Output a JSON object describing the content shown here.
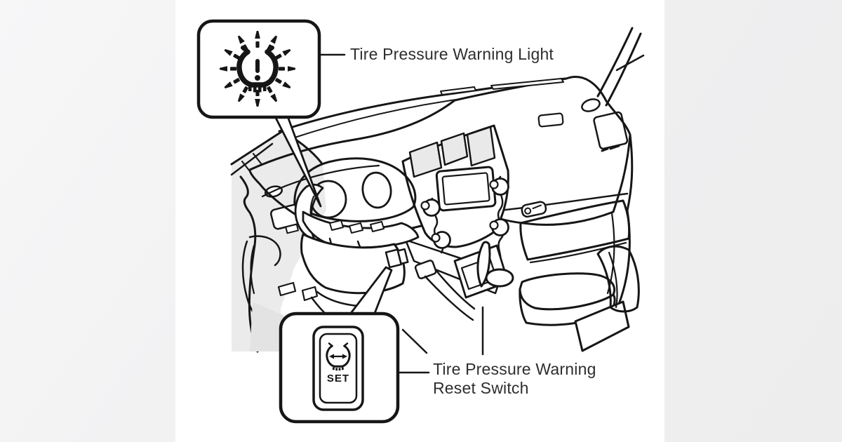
{
  "page": {
    "background_color": "#f1f1f2",
    "canvas_color": "#ffffff",
    "line_color": "#161616",
    "label_color": "#2e2e2e"
  },
  "diagram": {
    "subject": "vehicle-dashboard-interior-line-illustration",
    "callouts": {
      "warning_light": {
        "label": "Tire Pressure Warning Light",
        "icon": "tpms-warning-light-blinking-icon"
      },
      "reset_switch": {
        "label_line1": "Tire Pressure Warning",
        "label_line2": "Reset Switch",
        "switch_text": "SET",
        "icon": "tpms-reset-switch-icon"
      }
    }
  }
}
